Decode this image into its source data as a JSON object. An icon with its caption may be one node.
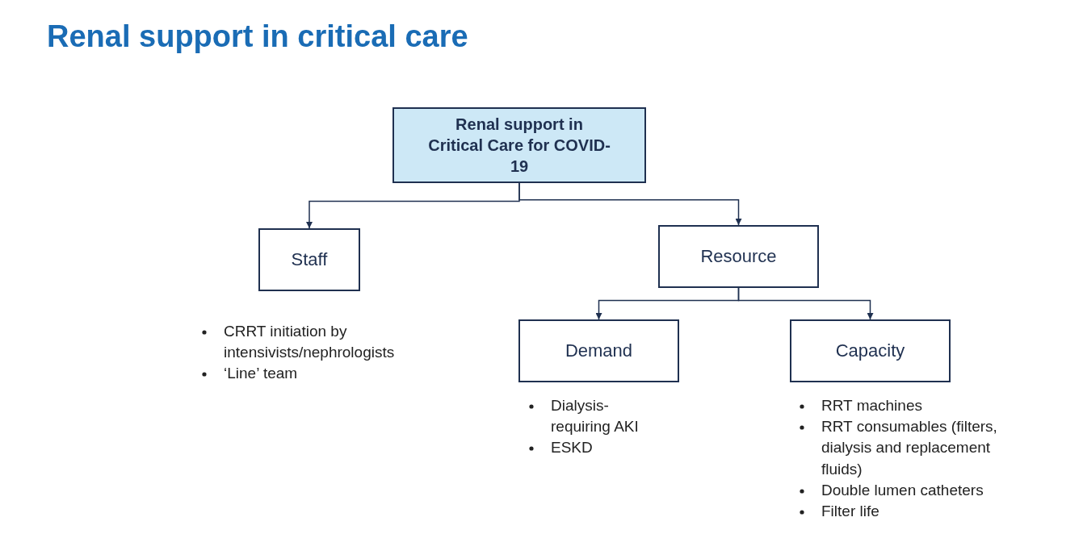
{
  "diagram": {
    "title": "Renal support in critical care",
    "nodes": [
      {
        "text": [
          "Renal support in Critical Care for COVID-19"
        ]
      },
      {
        "text": [
          "Staff"
        ],
        "beside": [
          "CRRT initiation by intensivists/nephrologists",
          "‘Line’ team"
        ]
      },
      {
        "text": [
          "Resource"
        ]
      },
      {
        "text": [
          "Demand"
        ],
        "beside": [
          "Dialysis-requiring AKI",
          "ESKD"
        ]
      },
      {
        "text": [
          "Capacity"
        ],
        "beside": [
          "RRT machines",
          "RRT consumables (filters, dialysis and replacement fluids)",
          "Double lumen catheters",
          "Filter life"
        ]
      }
    ],
    "edges": [
      {
        "from": 0,
        "to": 1,
        "arrow": "to"
      },
      {
        "from": 0,
        "to": 2,
        "arrow": "to"
      },
      {
        "from": 2,
        "to": 3,
        "arrow": "to"
      },
      {
        "from": 2,
        "to": 4,
        "arrow": "to"
      }
    ]
  }
}
